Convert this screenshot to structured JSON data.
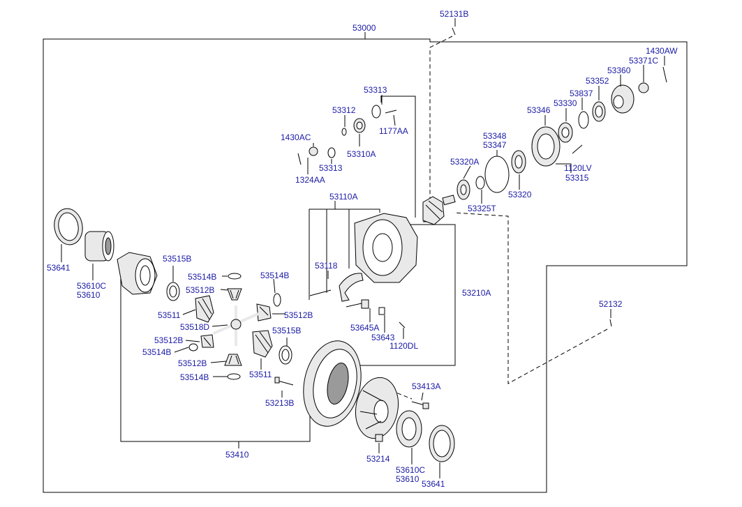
{
  "labels": {
    "l52131B": "52131B",
    "l53000": "53000",
    "l1430AW": "1430AW",
    "l53371C": "53371C",
    "l53360": "53360",
    "l53352": "53352",
    "l53837": "53837",
    "l53330": "53330",
    "l53346": "53346",
    "l53313a": "53313",
    "l53312": "53312",
    "l1177AA": "1177AA",
    "l53310A": "53310A",
    "l1430AC": "1430AC",
    "l53313b": "53313",
    "l1324AA": "1324AA",
    "l53348": "53348",
    "l53347": "53347",
    "l53320A": "53320A",
    "l1120LV": "1120LV",
    "l53315": "53315",
    "l53320": "53320",
    "l53325T": "53325T",
    "l53110A": "53110A",
    "l53641a": "53641",
    "l53610Ca": "53610C",
    "l53610a": "53610",
    "l53515Ba": "53515B",
    "l53514Ba": "53514B",
    "l53512Ba": "53512B",
    "l53514Bb": "53514B",
    "l53118": "53118",
    "l53210A": "53210A",
    "l53511a": "53511",
    "l53512Bb": "53512B",
    "l53518D": "53518D",
    "l53645A": "53645A",
    "l53643": "53643",
    "l1120DL": "1120DL",
    "l52132": "52132",
    "l53512Bc": "53512B",
    "l53515Bb": "53515B",
    "l53514Bc": "53514B",
    "l53512Bd": "53512B",
    "l53511b": "53511",
    "l53514Bd": "53514B",
    "l53213B": "53213B",
    "l53413A": "53413A",
    "l53410": "53410",
    "l53214": "53214",
    "l53610Cb": "53610C",
    "l53610b": "53610",
    "l53641b": "53641"
  }
}
